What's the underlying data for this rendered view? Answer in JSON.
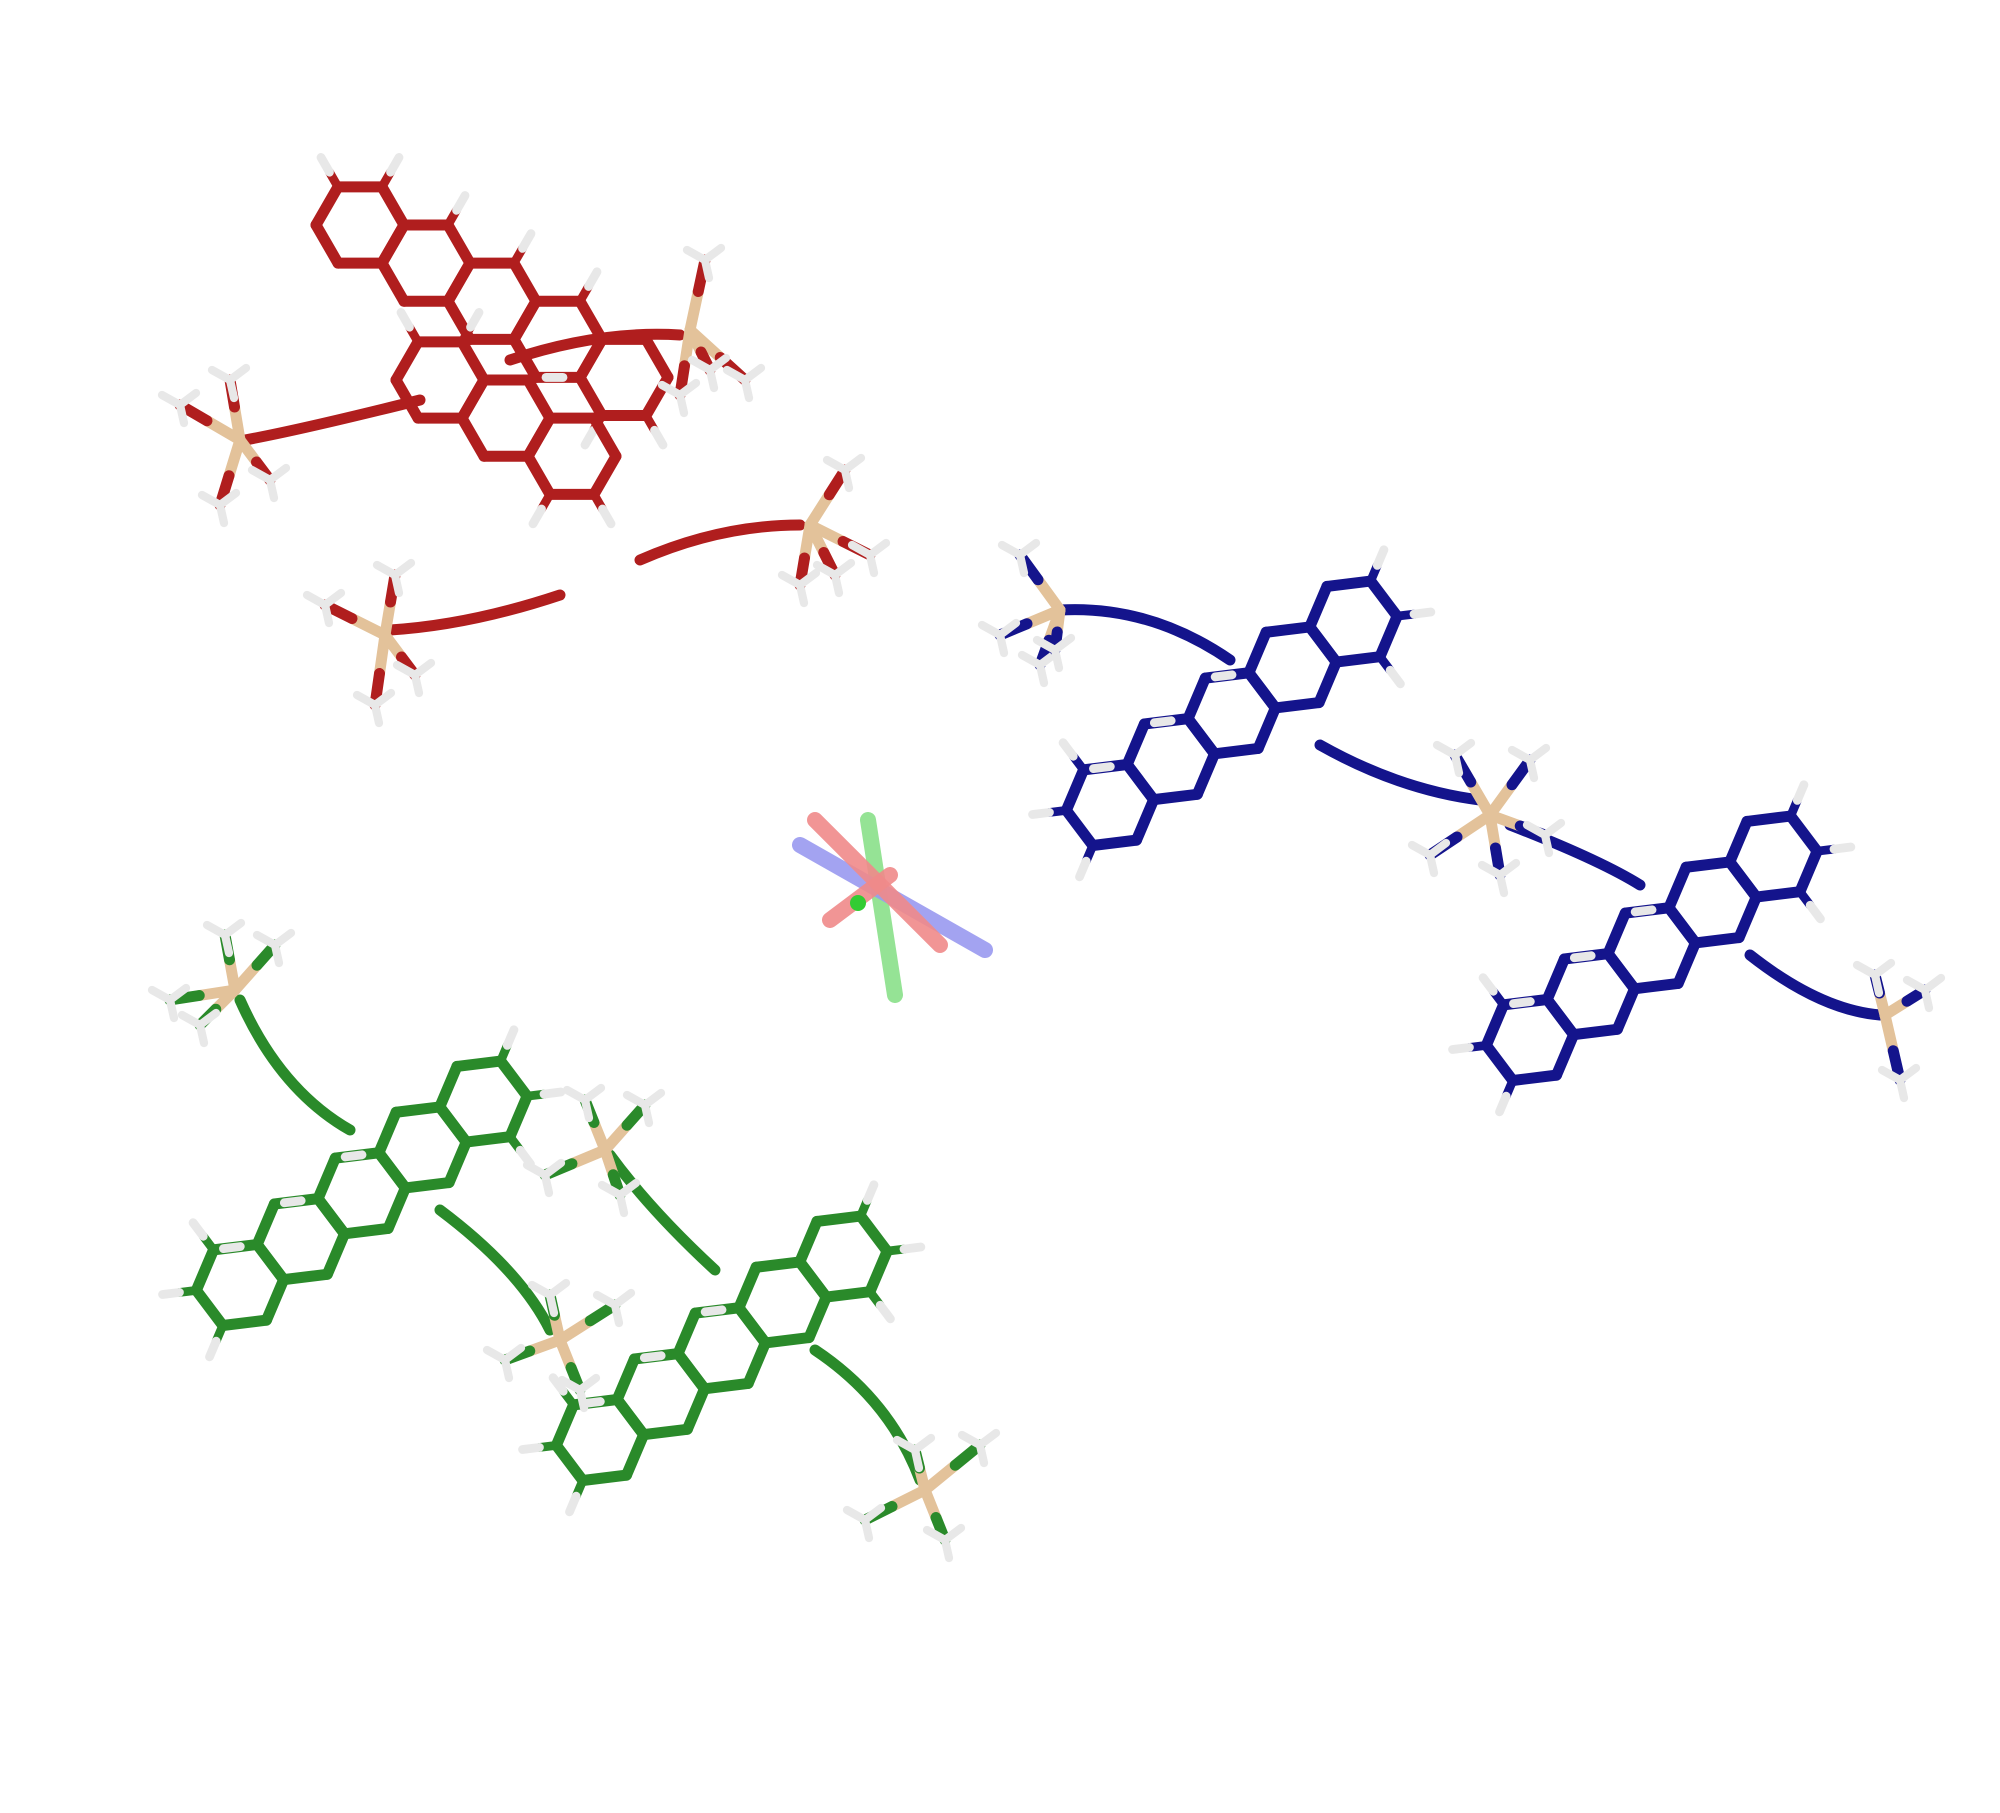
{
  "scene": {
    "background": "#ffffff",
    "description_visible_text": ""
  },
  "colors": {
    "red_dimer": "#b01e1e",
    "blue_dimer": "#14148c",
    "green_dimer": "#2a8a2a",
    "silicon": "#e3c29a",
    "hydrogen": "#e8e8e8",
    "axis_red": "#f08a8a",
    "axis_blue": "#9a9af0",
    "axis_green": "#8ae08a"
  },
  "molecules": [
    {
      "id": "red-dimer",
      "color_key": "red_dimer"
    },
    {
      "id": "blue-dimer",
      "color_key": "blue_dimer"
    },
    {
      "id": "green-dimer",
      "color_key": "green_dimer"
    }
  ]
}
